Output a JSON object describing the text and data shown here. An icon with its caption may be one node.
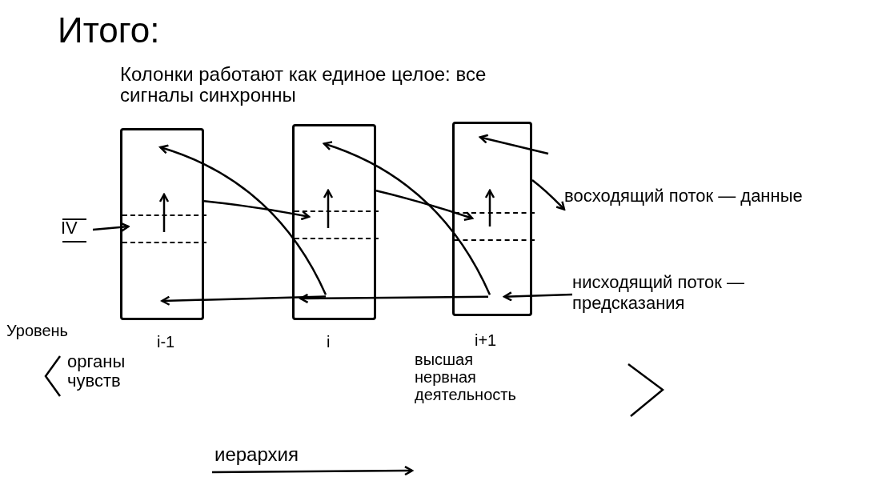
{
  "diagram": {
    "title": "Итого:",
    "nodes": [
      {
        "text": [
          "IV"
        ]
      },
      {
        "text": [],
        "shape": "box"
      },
      {
        "text": [],
        "shape": "band",
        "in": 1
      },
      {
        "text": [],
        "shape": "box"
      },
      {
        "text": [],
        "shape": "band",
        "in": 3
      },
      {
        "text": [],
        "shape": "box"
      },
      {
        "text": [],
        "shape": "band",
        "in": 5
      },
      {
        "text": [
          "восходящий поток — данные"
        ]
      },
      {
        "text": [
          "нисходящий поток — предсказания"
        ]
      }
    ],
    "edges": [
      {
        "from": 0,
        "to": 2,
        "arrow": "to"
      },
      {
        "from": 1,
        "to": 4,
        "arrow": "to"
      },
      {
        "from": 3,
        "to": 6,
        "arrow": "to"
      },
      {
        "from": 5,
        "to": 7,
        "arrow": "to"
      },
      {
        "from": 3,
        "to": 1,
        "arrow": "to"
      },
      {
        "from": 5,
        "to": 3,
        "arrow": "to"
      },
      {
        "from": null,
        "to": 5,
        "arrow": "to"
      },
      {
        "from": 3,
        "to": 1,
        "arrow": "to"
      },
      {
        "from": 5,
        "to": 3,
        "arrow": "to"
      },
      {
        "from": 8,
        "to": 5,
        "arrow": "to"
      }
    ],
    "labels": [
      "Колонки работают как единое целое: все сигналы синхронны",
      "Уровень",
      "i-1",
      "i",
      "i+1",
      "органы чувств",
      "высшая нервная деятельность",
      "иерархия"
    ]
  }
}
